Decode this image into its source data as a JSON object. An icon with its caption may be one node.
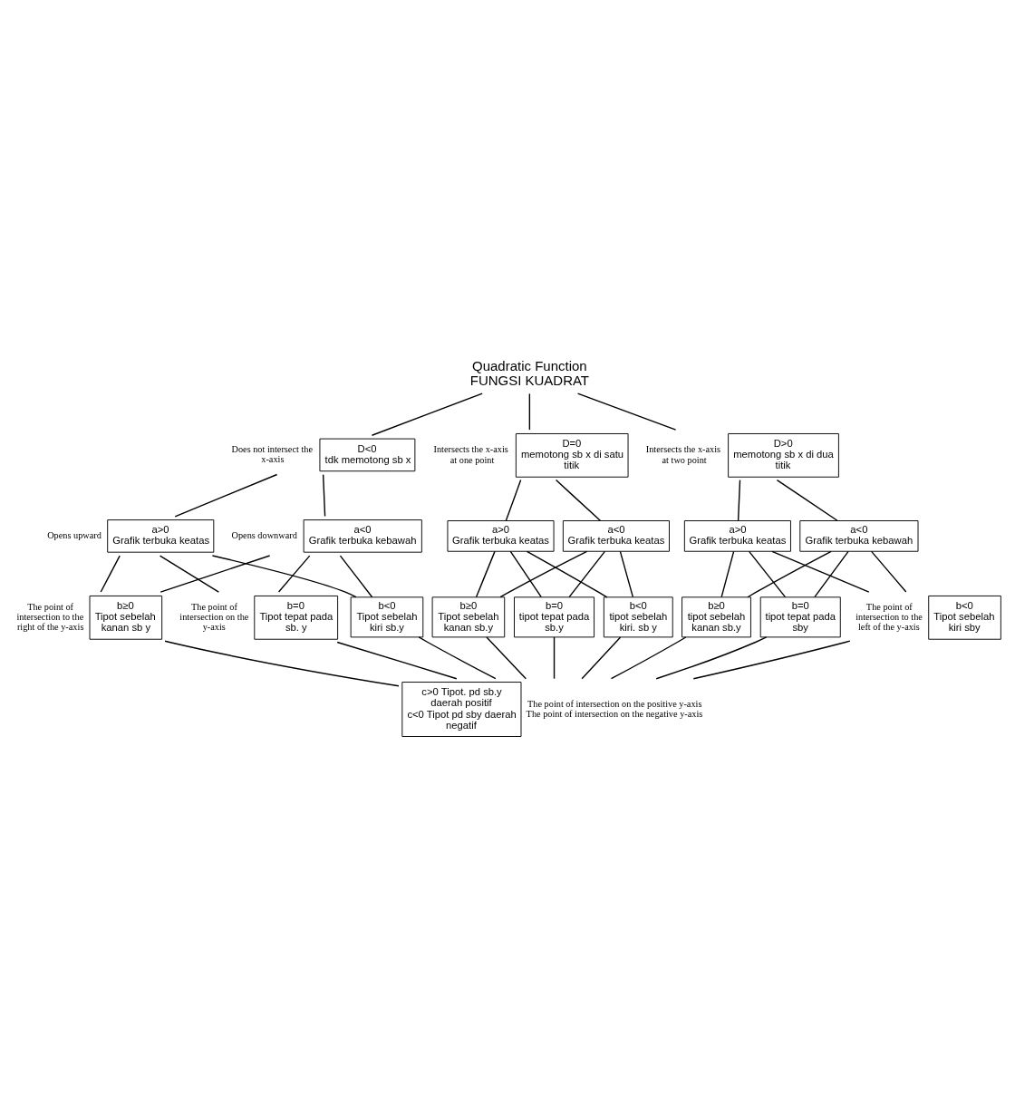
{
  "diagram": {
    "nodes": [
      {
        "text": [
          "Quadratic Function",
          "FUNGSI KUADRAT"
        ]
      },
      {
        "text": [
          "D<0",
          "tdk memotong sb x"
        ],
        "beside": [
          "Does not intersect the x-axis"
        ]
      },
      {
        "text": [
          "D=0",
          "memotong sb x di satu titik"
        ],
        "beside": [
          "Intersects the x-axis at one point"
        ]
      },
      {
        "text": [
          "D>0",
          "memotong sb x di dua titik"
        ],
        "beside": [
          "Intersects the x-axis at two point"
        ]
      },
      {
        "text": [
          "a>0",
          "Grafik terbuka keatas"
        ],
        "beside": [
          "Opens upward"
        ]
      },
      {
        "text": [
          "a<0",
          "Grafik terbuka kebawah"
        ],
        "beside": [
          "Opens downward"
        ]
      },
      {
        "text": [
          "a>0",
          "Grafik terbuka keatas"
        ]
      },
      {
        "text": [
          "a<0",
          "Grafik terbuka keatas"
        ]
      },
      {
        "text": [
          "a>0",
          "Grafik terbuka keatas"
        ]
      },
      {
        "text": [
          "a<0",
          "Grafik terbuka kebawah"
        ]
      },
      {
        "text": [
          "b≥0",
          "Tipot sebelah kanan sb y"
        ],
        "beside": [
          "The point of intersection to the right of the y-axis"
        ]
      },
      {
        "text": [
          "b=0",
          "Tipot tepat pada sb. y"
        ],
        "beside": [
          "The point of intersection on the y-axis"
        ]
      },
      {
        "text": [
          "b<0",
          "Tipot sebelah kiri sb.y"
        ]
      },
      {
        "text": [
          "b≥0",
          "Tipot sebelah kanan sb.y"
        ]
      },
      {
        "text": [
          "b=0",
          "tipot tepat pada sb.y"
        ]
      },
      {
        "text": [
          "b<0",
          "tipot sebelah kiri. sb y"
        ]
      },
      {
        "text": [
          "b≥0",
          "tipot sebelah kanan sb.y"
        ]
      },
      {
        "text": [
          "b=0",
          "tipot tepat pada sby"
        ]
      },
      {
        "text": [
          "b<0",
          "Tipot sebelah kiri sby"
        ],
        "beside": [
          "The point of intersection to the left of the y-axis"
        ]
      },
      {
        "text": [
          "c>0 Tipot. pd sb.y daerah positif",
          "c<0 Tipot pd sby daerah negatif"
        ],
        "beside": [
          "The point of intersection on the positive y-axis",
          "The point of intersection on the negative y-axis"
        ]
      }
    ],
    "edges": [
      {
        "from": 0,
        "to": 1,
        "arrow": "none"
      },
      {
        "from": 0,
        "to": 2,
        "arrow": "none"
      },
      {
        "from": 0,
        "to": 3,
        "arrow": "none"
      },
      {
        "from": 1,
        "to": 4,
        "arrow": "none"
      },
      {
        "from": 1,
        "to": 5,
        "arrow": "none"
      },
      {
        "from": 2,
        "to": 6,
        "arrow": "none"
      },
      {
        "from": 2,
        "to": 7,
        "arrow": "none"
      },
      {
        "from": 3,
        "to": 8,
        "arrow": "none"
      },
      {
        "from": 3,
        "to": 9,
        "arrow": "none"
      },
      {
        "from": 4,
        "to": 10,
        "arrow": "none"
      },
      {
        "from": 4,
        "to": 11,
        "arrow": "none"
      },
      {
        "from": 4,
        "to": 12,
        "arrow": "none"
      },
      {
        "from": 5,
        "to": 10,
        "arrow": "none"
      },
      {
        "from": 5,
        "to": 11,
        "arrow": "none"
      },
      {
        "from": 5,
        "to": 12,
        "arrow": "none"
      },
      {
        "from": 6,
        "to": 13,
        "arrow": "none"
      },
      {
        "from": 6,
        "to": 14,
        "arrow": "none"
      },
      {
        "from": 6,
        "to": 15,
        "arrow": "none"
      },
      {
        "from": 7,
        "to": 13,
        "arrow": "none"
      },
      {
        "from": 7,
        "to": 14,
        "arrow": "none"
      },
      {
        "from": 7,
        "to": 15,
        "arrow": "none"
      },
      {
        "from": 8,
        "to": 16,
        "arrow": "none"
      },
      {
        "from": 8,
        "to": 17,
        "arrow": "none"
      },
      {
        "from": 8,
        "to": 18,
        "arrow": "none"
      },
      {
        "from": 9,
        "to": 16,
        "arrow": "none"
      },
      {
        "from": 9,
        "to": 17,
        "arrow": "none"
      },
      {
        "from": 9,
        "to": 18,
        "arrow": "none"
      },
      {
        "from": 10,
        "to": 19,
        "arrow": "none"
      },
      {
        "from": 11,
        "to": 19,
        "arrow": "none"
      },
      {
        "from": 12,
        "to": 19,
        "arrow": "none"
      },
      {
        "from": 13,
        "to": 19,
        "arrow": "none"
      },
      {
        "from": 14,
        "to": 19,
        "arrow": "none"
      },
      {
        "from": 15,
        "to": 19,
        "arrow": "none"
      },
      {
        "from": 16,
        "to": 19,
        "arrow": "none"
      },
      {
        "from": 17,
        "to": 19,
        "arrow": "none"
      },
      {
        "from": 18,
        "to": 19,
        "arrow": "none"
      }
    ]
  }
}
